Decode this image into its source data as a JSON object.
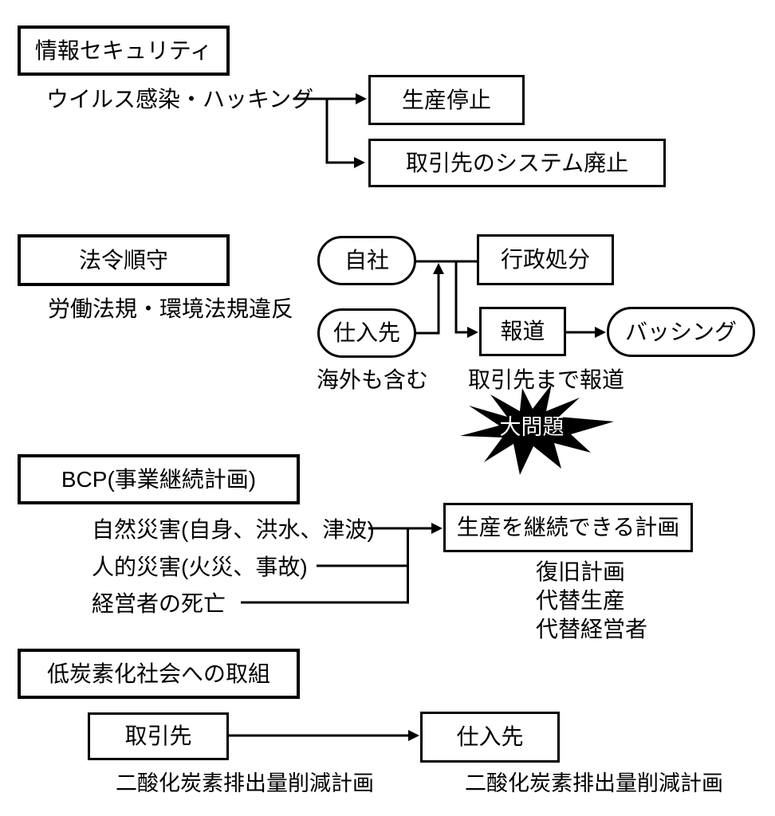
{
  "colors": {
    "background": "#ffffff",
    "line": "#000000",
    "box_border": "#000000",
    "burst_fill": "#000000",
    "burst_text": "#ffffff",
    "text": "#000000"
  },
  "sections": {
    "security": {
      "title": "情報セキュリティ",
      "cause": "ウイルス感染・ハッキング",
      "impact_production": "生産停止",
      "impact_partner_system": "取引先のシステム廃止"
    },
    "compliance": {
      "title": "法令順守",
      "cause": "労働法規・環境法規違反",
      "own_company": "自社",
      "supplier": "仕入先",
      "admin_sanction": "行政処分",
      "media_report": "報道",
      "bashing": "バッシング",
      "supplier_note": "海外も含む",
      "media_note": "取引先まで報道",
      "burst": "大問題"
    },
    "bcp": {
      "title": "BCP(事業継続計画)",
      "risks": [
        "自然災害(自身、洪水、津波)",
        "人的災害(火災、事故)",
        "経営者の死亡"
      ],
      "plan": "生産を継続できる計画",
      "plan_items": [
        "復旧計画",
        "代替生産",
        "代替経営者"
      ]
    },
    "low_carbon": {
      "title": "低炭素化社会への取組",
      "partner": "取引先",
      "supplier": "仕入先",
      "partner_note": "二酸化炭素排出量削減計画",
      "supplier_note": "二酸化炭素排出量削減計画"
    }
  }
}
